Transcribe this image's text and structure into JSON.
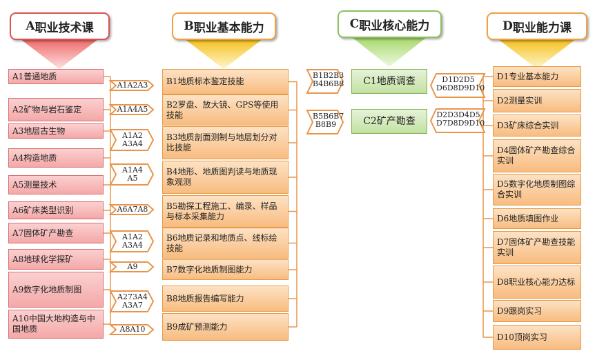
{
  "headers": {
    "a": {
      "prefix": "A",
      "title": "职业技术课"
    },
    "b": {
      "prefix": "B",
      "title": "职业基本能力"
    },
    "c": {
      "prefix": "C",
      "title": "职业核心能力"
    },
    "d": {
      "prefix": "D",
      "title": "职业能力课"
    }
  },
  "a_items": [
    "A1普通地质",
    "A2矿物与岩石鉴定",
    "A3地层古生物",
    "A4构造地质",
    "A5测量技术",
    "A6矿床类型识别",
    "A7固体矿产勘查",
    "A8地球化学探矿",
    "A9数字化地质制图",
    "A10中国大地构造与中国地质"
  ],
  "ab_connectors": [
    "A1A2A3",
    "A1A4A5",
    "A1A2\nA3A4",
    "A1A4\nA5",
    "A6A7A8",
    "A1A2\nA3A4",
    "A9",
    "A273A4\nA3A7",
    "A8A10"
  ],
  "b_items": [
    "B1地质标本鉴定技能",
    "B2罗盘、放大镜、GPS等使用技能",
    "B3地质剖面测制与地层划分对比技能",
    "B4地形、地质图判读与地质现象观测",
    "B5勘探工程施工、编录、样品与标本采集能力",
    "B6地质记录和地质点、线标绘技能",
    "B7数字化地质制图能力",
    "B8地质报告编写能力",
    "B9成矿预测能力"
  ],
  "bc_connectors": [
    "B1B2B3\nB4B6B8",
    "B5B6B7\nB8B9"
  ],
  "c_items": [
    "C1地质调查",
    "C2矿产勘查"
  ],
  "cd_connectors": [
    "D1D2D5\nD6D8D9D10",
    "D2D3D4D5\nD7D8D9D10"
  ],
  "d_items": [
    "D1专业基本能力",
    "D2测量实训",
    "D3矿床综合实训",
    "D4固体矿产勘查综合实训",
    "D5数字化地质制图综合实训",
    "D6地质填图作业",
    "D7固体矿产勘查技能实训",
    "D8职业核心能力达标",
    "D9跟岗实习",
    "D10顶岗实习"
  ],
  "colors": {
    "a_fill": "#f4a8a8",
    "a_border": "#d97070",
    "b_fill": "#f8bc80",
    "b_border": "#e69a45",
    "c_fill": "#c4e1a2",
    "c_border": "#7fb350",
    "arrow_orange": "#e8954a",
    "a_funnel": "#f08a8a",
    "b_funnel": "#f5c842",
    "c_funnel": "#b8e08a",
    "line": "#e8954a"
  }
}
